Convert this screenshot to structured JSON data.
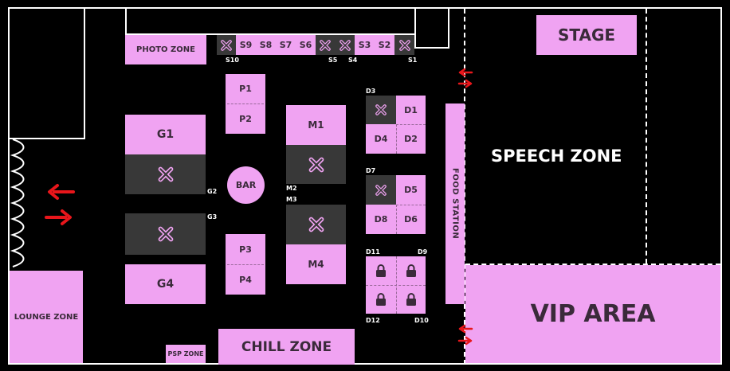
{
  "zones": {
    "photo": "PHOTO ZONE",
    "stage": "STAGE",
    "speech": "SPEECH ZONE",
    "vip": "VIP AREA",
    "chill": "CHILL ZONE",
    "psp": "PSP ZONE",
    "lounge": "LOUNGE ZONE",
    "food": "FOOD STATION",
    "bar": "BAR"
  },
  "s_row": {
    "s9": "S9",
    "s8": "S8",
    "s7": "S7",
    "s6": "S6",
    "s3": "S3",
    "s2": "S2",
    "s10": "S10",
    "s5": "S5",
    "s4": "S4",
    "s1": "S1"
  },
  "p_booths": {
    "p1": "P1",
    "p2": "P2",
    "p3": "P3",
    "p4": "P4"
  },
  "g_booths": {
    "g1": "G1",
    "g2": "G2",
    "g3": "G3",
    "g4": "G4"
  },
  "m_booths": {
    "m1": "M1",
    "m2": "M2",
    "m3": "M3",
    "m4": "M4"
  },
  "d_booths": {
    "d1": "D1",
    "d2": "D2",
    "d3": "D3",
    "d4": "D4",
    "d5": "D5",
    "d6": "D6",
    "d7": "D7",
    "d8": "D8",
    "d9": "D9",
    "d10": "D10",
    "d11": "D11",
    "d12": "D12"
  },
  "colors": {
    "available": "#f0a3f2",
    "taken": "#383838",
    "arrow": "#e8161b"
  }
}
